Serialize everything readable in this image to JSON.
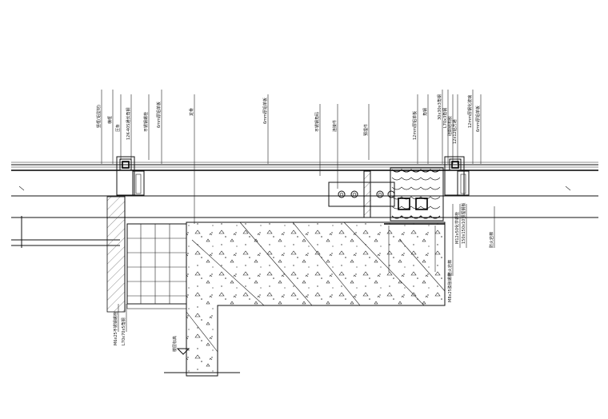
{
  "drawing": {
    "top_labels": [
      "竖框(铝型材)",
      "横框",
      "压条",
      "12K-40S通长角钢",
      "不锈钢螺栓",
      "6mm厚铝单板",
      "龙骨",
      "6mm厚铝单板",
      "不锈钢角码",
      "连接件",
      "预埋件",
      "12mm厚铝单板",
      "角钢",
      "30x30x3角钢",
      "L70x3角钢",
      "硅酮结构胶",
      "12x12铝方通",
      "12mm厚钢化玻璃",
      "6mm厚铝单板"
    ],
    "right_labels": [
      "防火岩棉",
      "M12x50化学螺栓",
      "150x150x10预埋钢板",
      "防火岩棉",
      "M8x25膨胀螺栓"
    ],
    "left_bottom_labels": [
      "M6x25不锈钢螺栓",
      "L70x70x5角钢"
    ],
    "level_label": "楼层标高"
  }
}
